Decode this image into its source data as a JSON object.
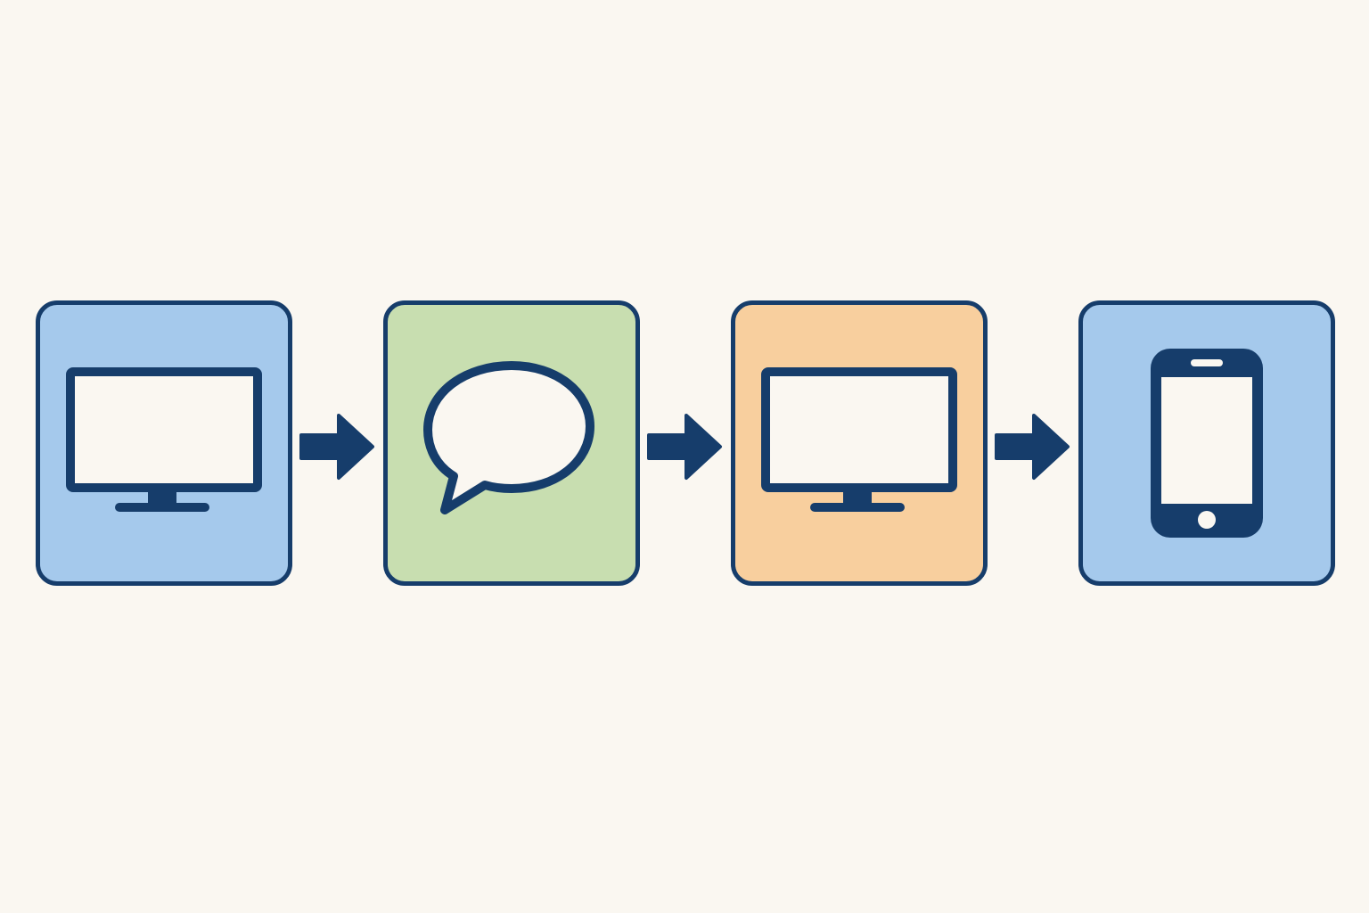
{
  "diagram": {
    "nodes": [
      {
        "id": "step-1",
        "icon": "monitor-icon",
        "fill": "#a5c9ec"
      },
      {
        "id": "step-2",
        "icon": "speech-bubble-icon",
        "fill": "#c8deb0"
      },
      {
        "id": "step-3",
        "icon": "monitor-icon",
        "fill": "#f8cf9e"
      },
      {
        "id": "step-4",
        "icon": "smartphone-icon",
        "fill": "#a5c9ec"
      }
    ],
    "edges": [
      {
        "from": "step-1",
        "to": "step-2"
      },
      {
        "from": "step-2",
        "to": "step-3"
      },
      {
        "from": "step-3",
        "to": "step-4"
      }
    ],
    "colors": {
      "background": "#faf7f1",
      "outline": "#163d6b",
      "icon_fill": "#faf7f1"
    }
  }
}
